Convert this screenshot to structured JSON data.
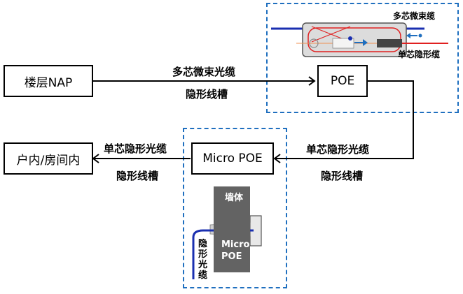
{
  "nodes": {
    "floor_nap": "楼层NAP",
    "poe": "POE",
    "micro_poe": "Micro POE",
    "indoor": "户内/房间内"
  },
  "links": {
    "nap_to_poe": {
      "cable": "多芯微束光缆",
      "duct": "隐形线槽"
    },
    "poe_to_micro": {
      "cable": "单芯隐形光缆",
      "duct": "隐形线槽"
    },
    "micro_to_indoor": {
      "cable": "单芯隐形光缆",
      "duct": "隐形线槽"
    }
  },
  "poe_detail": {
    "multi_core_cable": "多芯微束缆",
    "single_core_cable": "单芯隐形缆"
  },
  "micro_poe_detail": {
    "wall": "墙体",
    "device": [
      "Micro",
      "POE"
    ],
    "cable_vertical": [
      "隐",
      "形",
      "光",
      "缆"
    ]
  },
  "colors": {
    "dashed_border": "#1f6fbf",
    "wall": "#636363",
    "fiber_blue": "#1a2fb0",
    "fiber_red": "#e02020"
  }
}
